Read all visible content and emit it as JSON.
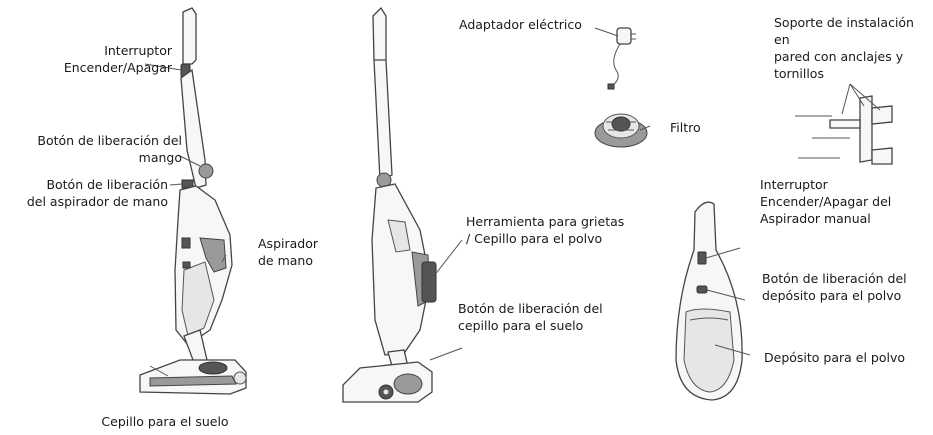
{
  "labels": {
    "power_switch": "Interruptor\nEncender/Apagar",
    "handle_release": "Botón de liberación del\nmango",
    "handheld_release": "Botón de liberación\ndel aspirador de mano",
    "handheld_vacuum": "Aspirador\nde mano",
    "floor_brush": "Cepillo para el suelo",
    "adapter": "Adaptador eléctrico",
    "filter": "Filtro",
    "wall_mount": "Soporte de instalación en\npared con anclajes y\ntornillos",
    "crevice_tool": "Herramienta para grietas\n/ Cepillo para el polvo",
    "floor_brush_release": "Botón de liberación del\ncepillo para el suelo",
    "handheld_power_switch": "Interruptor\nEncender/Apagar del\nAspirador manual",
    "dust_container_release": "Botón de liberación del\ndepósito para el polvo",
    "dust_container": "Depósito para el polvo"
  }
}
